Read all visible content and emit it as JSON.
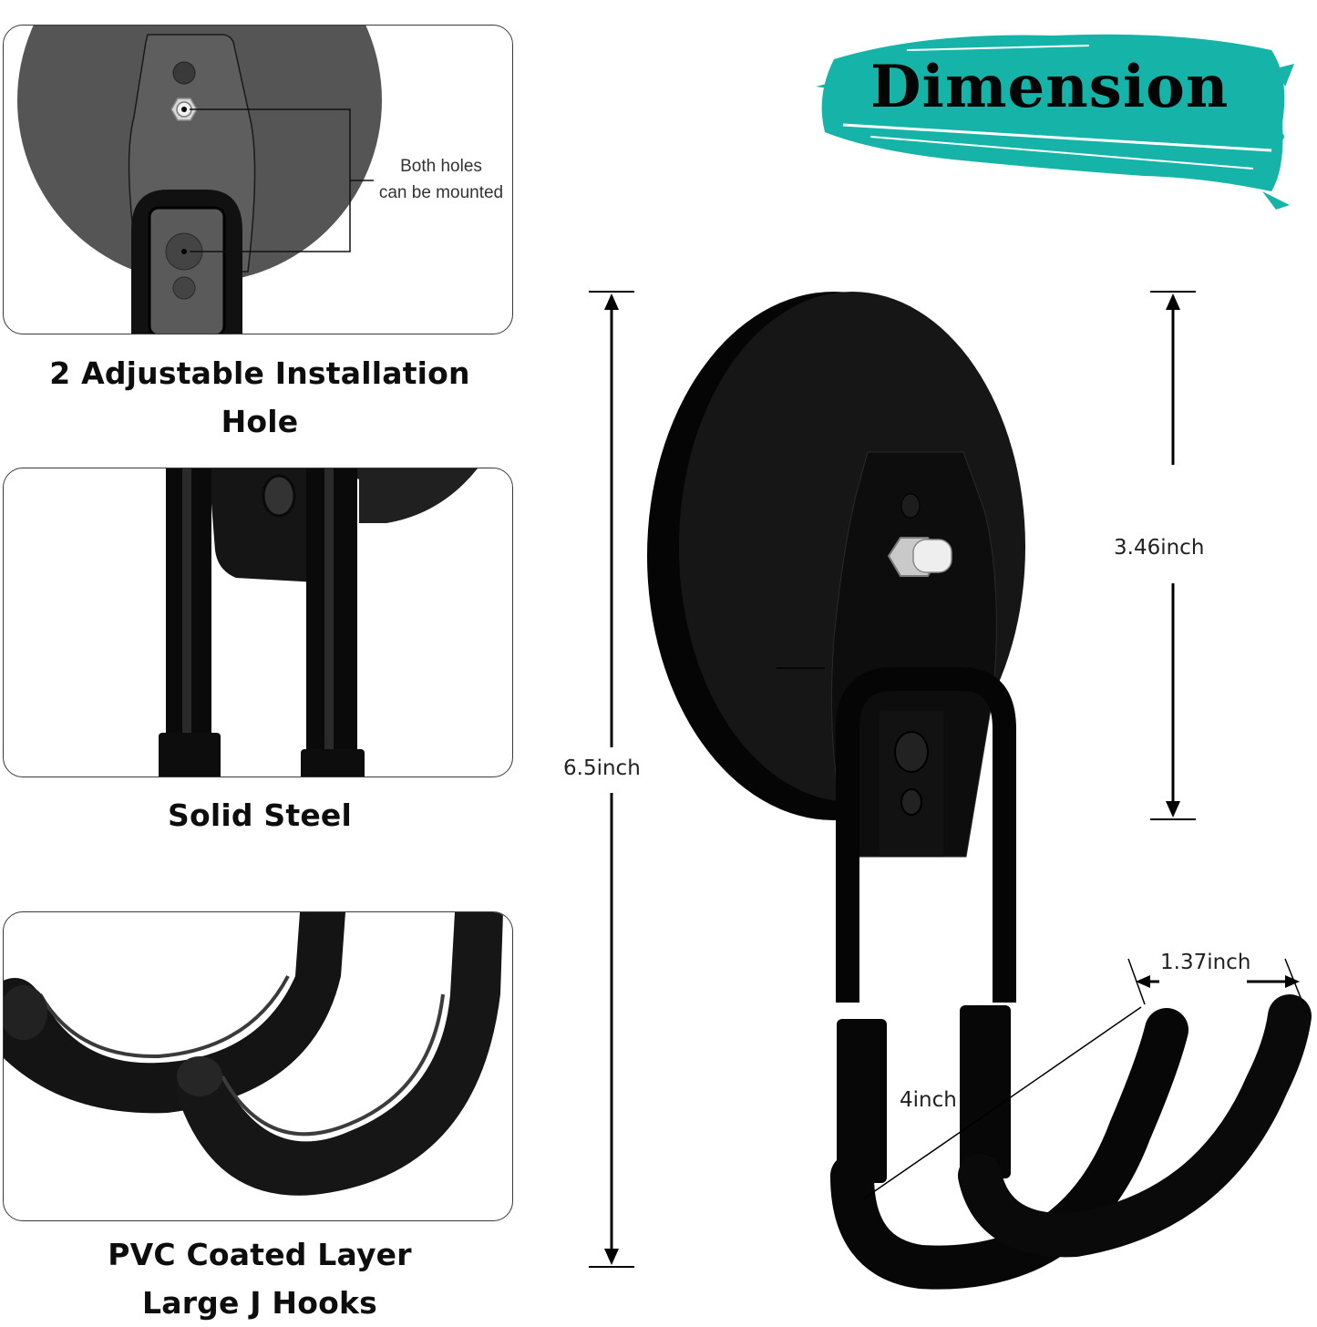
{
  "banner": {
    "title": "Dimension",
    "brush_color": "#16b3a8"
  },
  "panels": [
    {
      "id": "installation-hole",
      "caption_line1": "2 Adjustable Installation",
      "caption_line2": "Hole",
      "callout_line1": "Both holes",
      "callout_line2": "can be mounted"
    },
    {
      "id": "solid-steel",
      "caption_line1": "Solid Steel"
    },
    {
      "id": "pvc-coated",
      "caption_line1": "PVC Coated Layer",
      "caption_line2": "Large J Hooks"
    }
  ],
  "dimensions": {
    "total_height": "6.5inch",
    "plate_diameter": "3.46inch",
    "hook_spacing": "1.37inch",
    "hook_length": "4inch"
  },
  "colors": {
    "product": "#0a0a0a",
    "plate_detail": "#4a4a4a",
    "outline": "#3a3a3a",
    "text": "#111111"
  }
}
